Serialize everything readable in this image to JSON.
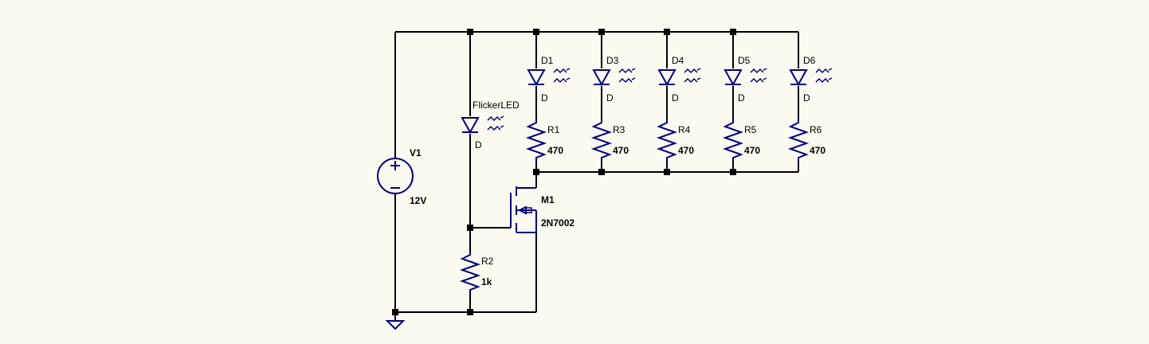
{
  "source": {
    "name": "V1",
    "value": "12V"
  },
  "flicker_led": {
    "name": "FlickerLED",
    "model": "D"
  },
  "leds": [
    {
      "name": "D1",
      "model": "D"
    },
    {
      "name": "D3",
      "model": "D"
    },
    {
      "name": "D4",
      "model": "D"
    },
    {
      "name": "D5",
      "model": "D"
    },
    {
      "name": "D6",
      "model": "D"
    }
  ],
  "resistors": [
    {
      "name": "R1",
      "value": "470"
    },
    {
      "name": "R3",
      "value": "470"
    },
    {
      "name": "R4",
      "value": "470"
    },
    {
      "name": "R5",
      "value": "470"
    },
    {
      "name": "R6",
      "value": "470"
    }
  ],
  "r2": {
    "name": "R2",
    "value": "1k"
  },
  "mosfet": {
    "name": "M1",
    "model": "2N7002"
  },
  "colors": {
    "background": "#fafaf0",
    "wire": "#000000",
    "component": "#000080"
  }
}
